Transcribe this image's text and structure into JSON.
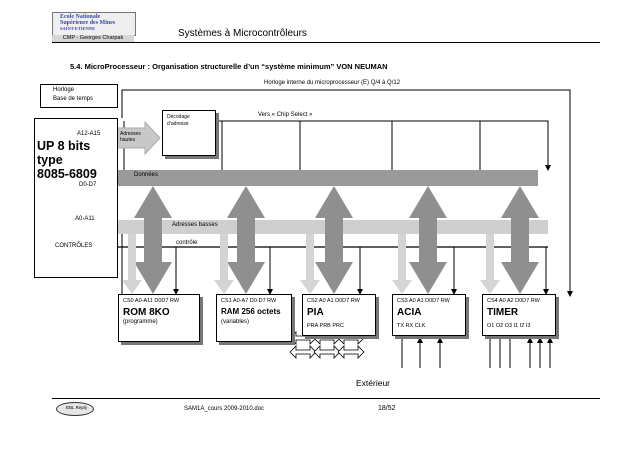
{
  "header": {
    "logo_line1": "Ecole Nationale",
    "logo_line2": "Supérieure des Mines",
    "logo_line3": "SAINT-ETIENNE",
    "logo_sub": "CMP - Georges Charpak",
    "title": "Systèmes à Microcontrôleurs"
  },
  "section_title": "5.4. MicroProcesseur : Organisation structurelle d’un “système minimum” VON NEUMAN",
  "clock": {
    "box_line1": "Horloge",
    "box_line2": "Base de temps",
    "internal": "Horloge interne du microprocesseur (E) Q/4 à Q/12"
  },
  "cpu": {
    "name_line1": "UP 8 bits",
    "name_line2": "type",
    "name_line3": "8085-6809",
    "a_high": "A12-A15",
    "data": "D0-D7",
    "a_low": "A0-A11",
    "controls": "CONTRÔLES"
  },
  "decoder": {
    "line1": "Décodage",
    "line2": "d’adresse",
    "addr_high_line1": "Adresses",
    "addr_high_line2": "hautes",
    "chip_select": "Vers « Chip Select »"
  },
  "buses": {
    "data": "Données",
    "addr_low": "Adresses basses",
    "control": "contrôle"
  },
  "modules": [
    {
      "pins": "CS0 A0-A11 D0D7 RW",
      "name": "ROM 8KO",
      "sub": "(programme)",
      "io": ""
    },
    {
      "pins": "CS1 A0-A7 D0-D7 RW",
      "name": "RAM 256 octets",
      "sub": "(variables)",
      "io": ""
    },
    {
      "pins": "CS2 A0 A1 D0D7 RW",
      "name": "PIA",
      "sub": "",
      "io": "PRA   PRB   PRC"
    },
    {
      "pins": "CS3 A0 A1 D0D7 RW",
      "name": "ACIA",
      "sub": "",
      "io": "TX    RX    CLK"
    },
    {
      "pins": "CS4 A0 A2 D0D7 RW",
      "name": "TIMER",
      "sub": "",
      "io": "O1 O2 O3    I1 I2 I3"
    }
  ],
  "exterior": "Extérieur",
  "footer": {
    "logo": "EBL Reply",
    "file": "SAM1A_cours 2009-2010.doc",
    "page": "18/52"
  }
}
